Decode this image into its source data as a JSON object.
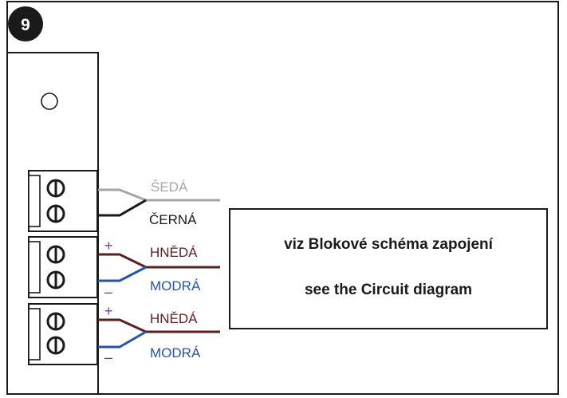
{
  "step_badge": {
    "number": "9"
  },
  "wires": [
    {
      "label": "ŠEDÁ",
      "color": "#a6a6a6",
      "sign": ""
    },
    {
      "label": "ČERNÁ",
      "color": "#1a1a1a",
      "sign": ""
    },
    {
      "label": "HNĚDÁ",
      "color": "#5a1f1f",
      "sign": "+"
    },
    {
      "label": "MODRÁ",
      "color": "#2456a4",
      "sign": "–"
    },
    {
      "label": "HNĚDÁ",
      "color": "#5a1f1f",
      "sign": "+"
    },
    {
      "label": "MODRÁ",
      "color": "#2456a4",
      "sign": "–"
    }
  ],
  "sign_colors": {
    "plus": "#7a3f9a",
    "minus": "#2456a4"
  },
  "note": {
    "line1": "viz Blokové schéma zapojení",
    "line2": "see the Circuit diagram"
  }
}
